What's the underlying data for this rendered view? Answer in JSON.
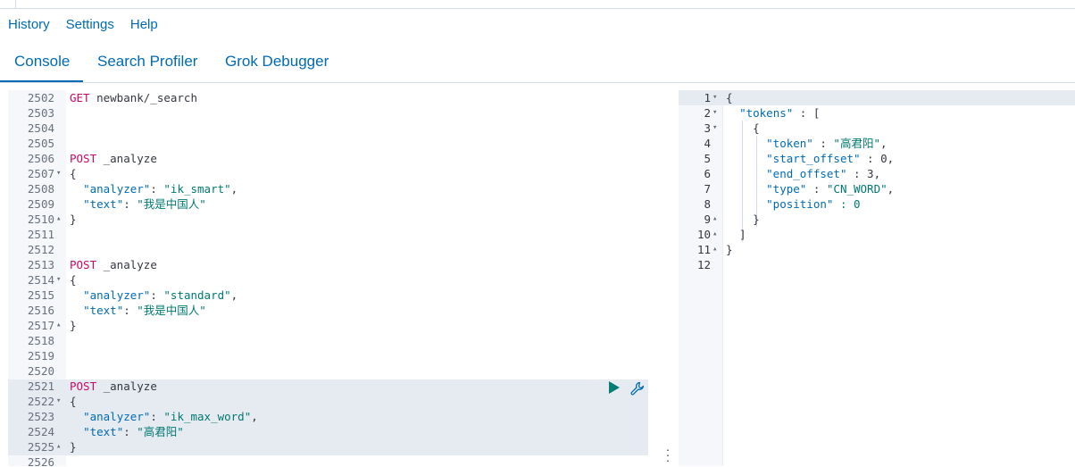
{
  "menu": {
    "items": [
      "History",
      "Settings",
      "Help"
    ]
  },
  "tabs": [
    {
      "label": "Console"
    },
    {
      "label": "Search Profiler"
    },
    {
      "label": "Grok Debugger"
    }
  ],
  "editor": {
    "lines": [
      {
        "n": "2502",
        "fold": "",
        "tokens": [
          {
            "t": "GET",
            "c": "kw"
          },
          {
            "t": " newbank/_search",
            "c": "plain"
          }
        ]
      },
      {
        "n": "2503",
        "fold": "",
        "tokens": []
      },
      {
        "n": "2504",
        "fold": "",
        "tokens": []
      },
      {
        "n": "2505",
        "fold": "",
        "tokens": []
      },
      {
        "n": "2506",
        "fold": "",
        "tokens": [
          {
            "t": "POST",
            "c": "kw"
          },
          {
            "t": " _analyze",
            "c": "plain"
          }
        ]
      },
      {
        "n": "2507",
        "fold": "▾",
        "tokens": [
          {
            "t": "{",
            "c": "plain"
          }
        ]
      },
      {
        "n": "2508",
        "fold": "",
        "tokens": [
          {
            "t": "  ",
            "c": "plain"
          },
          {
            "t": "\"analyzer\"",
            "c": "key"
          },
          {
            "t": ": ",
            "c": "plain"
          },
          {
            "t": "\"ik_smart\"",
            "c": "str"
          },
          {
            "t": ",",
            "c": "plain"
          }
        ]
      },
      {
        "n": "2509",
        "fold": "",
        "tokens": [
          {
            "t": "  ",
            "c": "plain"
          },
          {
            "t": "\"text\"",
            "c": "key"
          },
          {
            "t": ": ",
            "c": "plain"
          },
          {
            "t": "\"我是中国人\"",
            "c": "str"
          }
        ]
      },
      {
        "n": "2510",
        "fold": "▴",
        "tokens": [
          {
            "t": "}",
            "c": "plain"
          }
        ]
      },
      {
        "n": "2511",
        "fold": "",
        "tokens": []
      },
      {
        "n": "2512",
        "fold": "",
        "tokens": []
      },
      {
        "n": "2513",
        "fold": "",
        "tokens": [
          {
            "t": "POST",
            "c": "kw"
          },
          {
            "t": " _analyze",
            "c": "plain"
          }
        ]
      },
      {
        "n": "2514",
        "fold": "▾",
        "tokens": [
          {
            "t": "{",
            "c": "plain"
          }
        ]
      },
      {
        "n": "2515",
        "fold": "",
        "tokens": [
          {
            "t": "  ",
            "c": "plain"
          },
          {
            "t": "\"analyzer\"",
            "c": "key"
          },
          {
            "t": ": ",
            "c": "plain"
          },
          {
            "t": "\"standard\"",
            "c": "str"
          },
          {
            "t": ",",
            "c": "plain"
          }
        ]
      },
      {
        "n": "2516",
        "fold": "",
        "tokens": [
          {
            "t": "  ",
            "c": "plain"
          },
          {
            "t": "\"text\"",
            "c": "key"
          },
          {
            "t": ": ",
            "c": "plain"
          },
          {
            "t": "\"我是中国人\"",
            "c": "str"
          }
        ]
      },
      {
        "n": "2517",
        "fold": "▴",
        "tokens": [
          {
            "t": "}",
            "c": "plain"
          }
        ]
      },
      {
        "n": "2518",
        "fold": "",
        "tokens": []
      },
      {
        "n": "2519",
        "fold": "",
        "tokens": []
      },
      {
        "n": "2520",
        "fold": "",
        "tokens": []
      },
      {
        "n": "2521",
        "fold": "",
        "tokens": [
          {
            "t": "POST",
            "c": "kw"
          },
          {
            "t": " _analyze",
            "c": "plain"
          }
        ]
      },
      {
        "n": "2522",
        "fold": "▾",
        "tokens": [
          {
            "t": "{",
            "c": "plain"
          }
        ]
      },
      {
        "n": "2523",
        "fold": "",
        "tokens": [
          {
            "t": "  ",
            "c": "plain"
          },
          {
            "t": "\"analyzer\"",
            "c": "key"
          },
          {
            "t": ": ",
            "c": "plain"
          },
          {
            "t": "\"ik_max_word\"",
            "c": "str"
          },
          {
            "t": ",",
            "c": "plain"
          }
        ]
      },
      {
        "n": "2524",
        "fold": "",
        "tokens": [
          {
            "t": "  ",
            "c": "plain"
          },
          {
            "t": "\"text\"",
            "c": "key"
          },
          {
            "t": ": ",
            "c": "plain"
          },
          {
            "t": "\"高君阳\"",
            "c": "str"
          }
        ]
      },
      {
        "n": "2525",
        "fold": "▴",
        "tokens": [
          {
            "t": "}",
            "c": "plain"
          }
        ]
      },
      {
        "n": "2526",
        "fold": "",
        "tokens": []
      }
    ]
  },
  "output": {
    "lines": [
      {
        "n": "1",
        "fold": "▾",
        "tokens": [
          {
            "t": "{",
            "c": "plain"
          }
        ]
      },
      {
        "n": "2",
        "fold": "▾",
        "tokens": [
          {
            "t": "  ",
            "c": "plain"
          },
          {
            "t": "\"tokens\"",
            "c": "key"
          },
          {
            "t": " : [",
            "c": "plain"
          }
        ]
      },
      {
        "n": "3",
        "fold": "▾",
        "tokens": [
          {
            "t": "    {",
            "c": "plain"
          }
        ]
      },
      {
        "n": "4",
        "fold": "",
        "tokens": [
          {
            "t": "      ",
            "c": "plain"
          },
          {
            "t": "\"token\"",
            "c": "key"
          },
          {
            "t": " : ",
            "c": "plain"
          },
          {
            "t": "\"高君阳\"",
            "c": "str"
          },
          {
            "t": ",",
            "c": "plain"
          }
        ]
      },
      {
        "n": "5",
        "fold": "",
        "tokens": [
          {
            "t": "      ",
            "c": "plain"
          },
          {
            "t": "\"start_offset\"",
            "c": "key"
          },
          {
            "t": " : 0,",
            "c": "plain"
          }
        ]
      },
      {
        "n": "6",
        "fold": "",
        "tokens": [
          {
            "t": "      ",
            "c": "plain"
          },
          {
            "t": "\"end_offset\"",
            "c": "key"
          },
          {
            "t": " : 3,",
            "c": "plain"
          }
        ]
      },
      {
        "n": "7",
        "fold": "",
        "tokens": [
          {
            "t": "      ",
            "c": "plain"
          },
          {
            "t": "\"type\"",
            "c": "key"
          },
          {
            "t": " : ",
            "c": "plain"
          },
          {
            "t": "\"CN_WORD\"",
            "c": "str"
          },
          {
            "t": ",",
            "c": "plain"
          }
        ]
      },
      {
        "n": "8",
        "fold": "",
        "tokens": [
          {
            "t": "      ",
            "c": "plain"
          },
          {
            "t": "\"position\"",
            "c": "key"
          },
          {
            "t": " : 0",
            "c": "str"
          }
        ]
      },
      {
        "n": "9",
        "fold": "▴",
        "tokens": [
          {
            "t": "    }",
            "c": "plain"
          }
        ]
      },
      {
        "n": "10",
        "fold": "▴",
        "tokens": [
          {
            "t": "  ]",
            "c": "plain"
          }
        ]
      },
      {
        "n": "11",
        "fold": "▴",
        "tokens": [
          {
            "t": "}",
            "c": "plain"
          }
        ]
      },
      {
        "n": "12",
        "fold": "",
        "tokens": []
      }
    ]
  },
  "colors": {
    "accent": "#006bb4",
    "keyword": "#c80a68",
    "string": "#007871",
    "run": "#017d73"
  },
  "icons": {
    "run": "play-icon",
    "wrench": "wrench-icon",
    "resize": "vertical-dots-icon"
  }
}
